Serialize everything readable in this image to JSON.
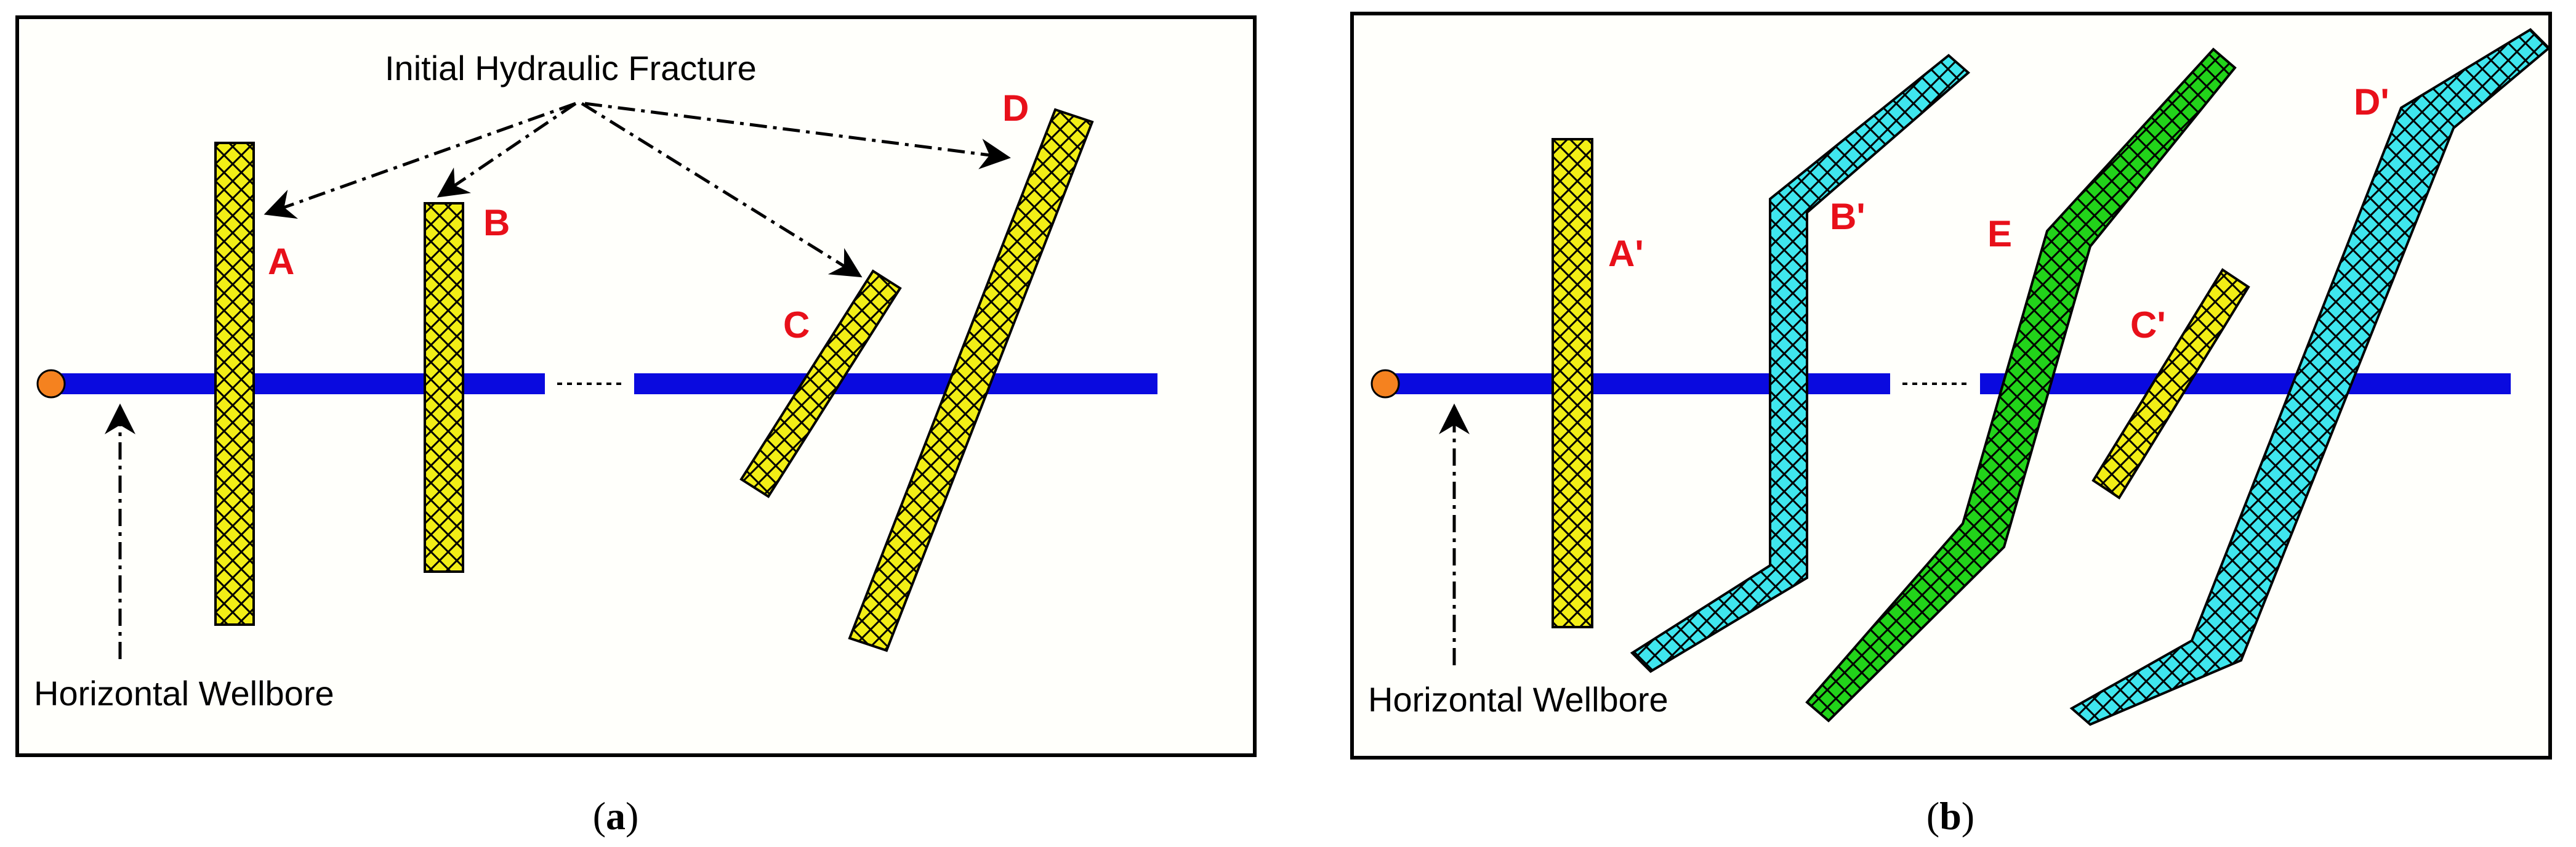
{
  "panel_a": {
    "annotation": "Initial Hydraulic Fracture",
    "wellbore_label": "Horizontal Wellbore",
    "fractures": [
      {
        "id": "A",
        "label": "A"
      },
      {
        "id": "B",
        "label": "B"
      },
      {
        "id": "C",
        "label": "C"
      },
      {
        "id": "D",
        "label": "D"
      }
    ],
    "caption_open": "(",
    "caption_letter": "a",
    "caption_close": ")"
  },
  "panel_b": {
    "wellbore_label": "Horizontal Wellbore",
    "fractures": [
      {
        "id": "A",
        "label": "A'"
      },
      {
        "id": "B",
        "label": "B'"
      },
      {
        "id": "E",
        "label": "E"
      },
      {
        "id": "C",
        "label": "C'"
      },
      {
        "id": "D",
        "label": "D'"
      }
    ],
    "caption_open": "(",
    "caption_letter": "b",
    "caption_close": ")"
  },
  "colors": {
    "initial_fracture": "#f2ee16",
    "propagated_fracture": "#3fe6ee",
    "new_fracture": "#22d31a",
    "wellbore": "#0a0adf",
    "wellbore_heel": "#f5821f",
    "label_red": "#e8101a"
  }
}
